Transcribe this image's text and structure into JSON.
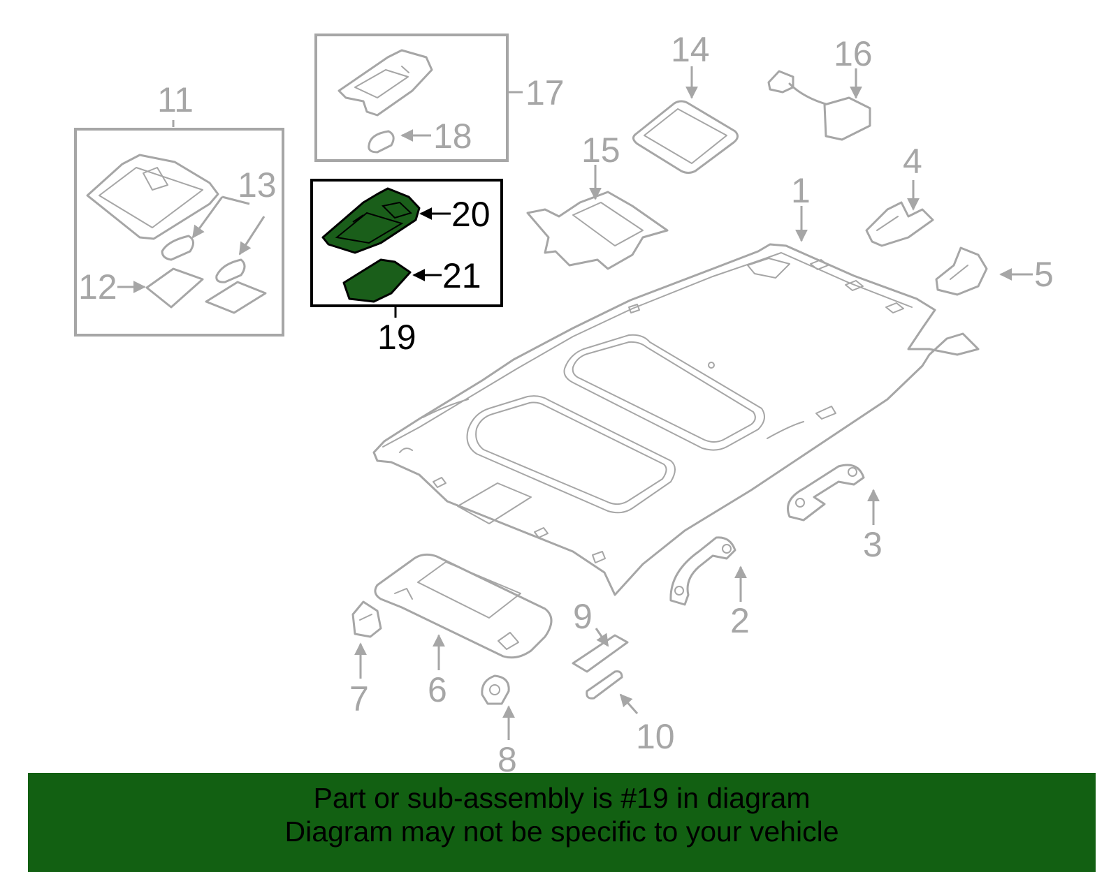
{
  "colors": {
    "background": "#ffffff",
    "part_line": "#a6a6a6",
    "highlight_part": "#1a5e1a",
    "highlight_outline": "#000000",
    "banner": "#126012",
    "banner_text": "#000000"
  },
  "callouts": {
    "c1": "1",
    "c2": "2",
    "c3": "3",
    "c4": "4",
    "c5": "5",
    "c6": "6",
    "c7": "7",
    "c8": "8",
    "c9": "9",
    "c10": "10",
    "c11": "11",
    "c12": "12",
    "c13": "13",
    "c14": "14",
    "c15": "15",
    "c16": "16",
    "c17": "17",
    "c18": "18",
    "c19": "19",
    "c20": "20",
    "c21": "21"
  },
  "highlighted_part": "19",
  "banner": {
    "line1": "Part or sub-assembly is #19 in diagram",
    "line2": "Diagram may not be specific to your vehicle"
  }
}
